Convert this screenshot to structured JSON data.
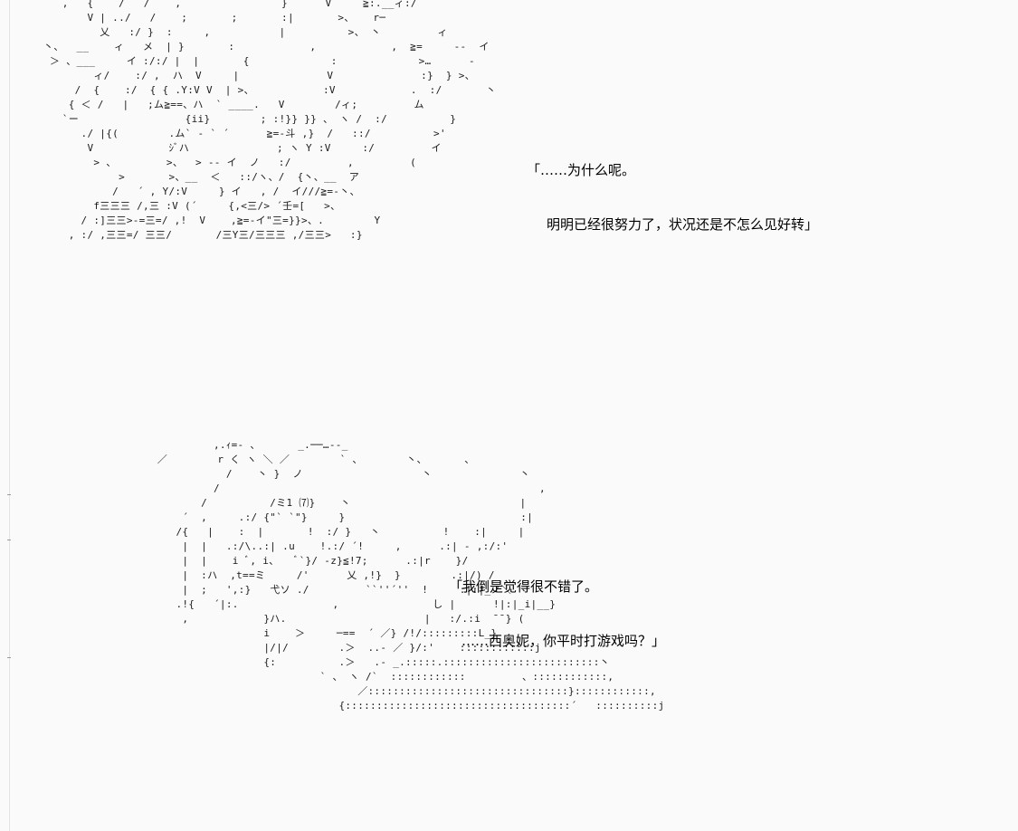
{
  "panel_top": {
    "ascii_art": "   ,   {    /   /    ,                }      V     ≧:.__ィ:/\n       V | ../   /    ;       ;       :|       >、   r─\n         乂   :/ }  :     ,           |          >、 丶         ィ\n丶、  __    ィ   メ  | }       :            ,            ,  ≧=     --  イ\n ＞ 、___     イ :/:/ |  |       {             :             >…      -\n        ィ/    :/ ,  ハ  V     |              V              :}  } >、\n     /  {    :/  { { .Y:V V  | >、           :V            .  :/       丶\n    { ＜ /   |   ;ム≧==、ハ  ` ____.   V        /ィ;         ム\n   `ー                 {ii}        ; :!}} }} 、 ヽ /  :/          }\n      ./ |{(        .ム` ‐ ` ´      ≧=‐斗 ,}  /   ::/          >'\n       V            ｼﾞハ              ; ヽ Y :V     :/         イ\n        > 、        >、  > ‐‐ イ  ノ   :/         ,         (\n            >       >、__  ＜   ::/ヽ、/  {丶、__  ア\n           /   ´ , Y/:V     } イ   , /  イ///≧=‐丶、\n        f三三三 /,三 :V (´     {,<三/> ´壬=[   >、\n      / :]三三>-=三=/ ,!  V    ,≧=‐イ\"三=}}>、.        Y\n    , :/ ,三三=/ 三三/       /三Y三/三三三 ,/三三>   :}",
    "speech_lines": [
      "「……为什么呢。",
      "明明已经很努力了，状况还是不怎么见好转」"
    ]
  },
  "panel_bottom": {
    "ascii_art": "             ,.ｨ=‐ 、      _.──…‐-_\n    ／        r く ヽ ＼ ／        ` 、       丶、      、\n               /    丶 }  ノ                   丶              丶\n             /                                                   ,\n           /          /ミ1 ⑺}    丶                           |\n        ´  ,     .:/ {\"` `\"}     }                            :|\n       /{   |    :  |       !  :/ }   丶          !    :|     |\n        |  |   .:/\\..:| .u    !.:/ ´!     ,      .:| ‐ ,:/:'\n        |  |    i ﾞ, i、   ﾞ`}/ ‐z}≦!7;      .:|r    }/\n        |  :ハ  ,t==ミ     /'      乂 ,!}  }        .:|/) /\n        |  ;   ',:}   弋ソ ./         ``''´''  !     :|:|_ノ＼\n       .!{   ´|:.               ,               し |      !|:|_i|__}\n        ,            }ハ.                      |   :/.:i  ̄ ̄ } (\n                     i    ＞     ─==  ´ ／} /!/:::::::::L_}\n                     |/|/        .＞  ..- ／ }/:'    ::::::::::::j\n                     {:          .＞   .‐ _.:::::.:::::::::::::::::::::::::丶\n                              ` 、 ヽ /`  ::::::::::::         、::::::::::::,\n                                    ／::::::::::::::::::::::::::::::::}::::::::::::,\n                                 {::::::::::::::::::::::::::::::::::::´   ::::::::::j",
    "speech_lines": [
      "「我倒是觉得很不错了。",
      "……西奥妮，你平时打游戏吗？」"
    ]
  }
}
